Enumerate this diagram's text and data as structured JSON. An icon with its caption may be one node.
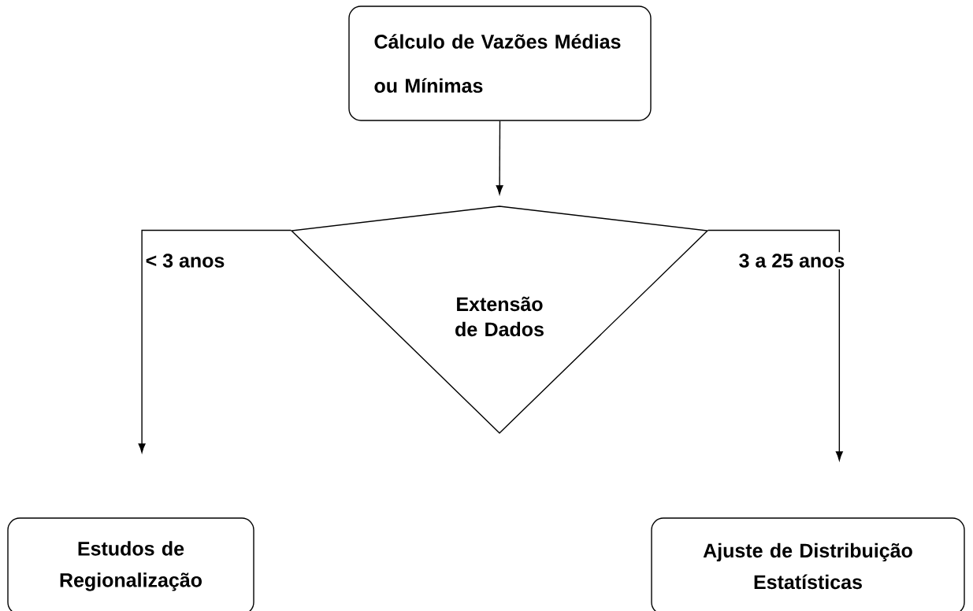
{
  "diagram": {
    "nodes": [
      {
        "text": [
          "Cálculo de Vazões Médias ou Mínimas"
        ]
      },
      {
        "text": [
          "Extensão de Dados"
        ]
      },
      {
        "text": [
          "Estudos de Regionalização"
        ]
      },
      {
        "text": [
          "Ajuste de Distribuição Estatísticas"
        ]
      }
    ],
    "edges": [
      {
        "from": 0,
        "to": 1,
        "arrow": "to"
      },
      {
        "from": 1,
        "to": 2,
        "arrow": "to",
        "label": "< 3 anos"
      },
      {
        "from": 1,
        "to": 3,
        "arrow": "to",
        "label": "3 a 25 anos"
      }
    ]
  }
}
